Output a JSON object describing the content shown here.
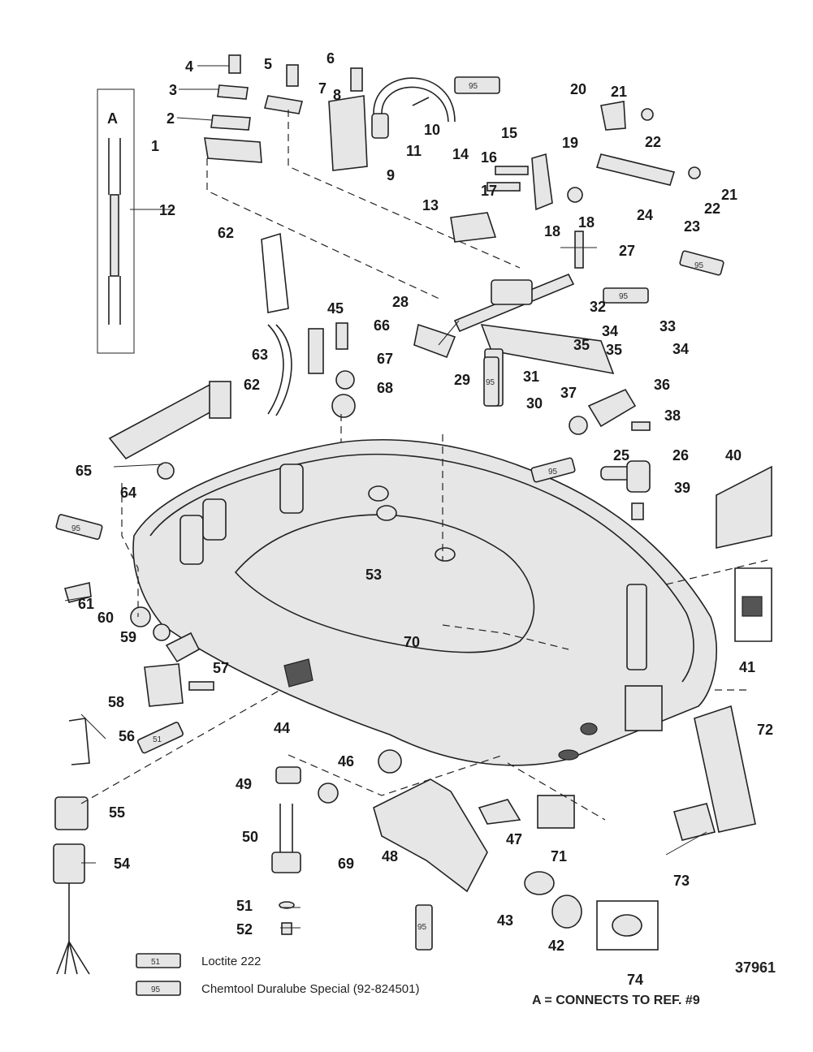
{
  "diagram": {
    "figure_number": "37961",
    "footnote": "A = CONNECTS TO REF. #9",
    "inset_label": "A",
    "legend": [
      {
        "code": "51",
        "text": "Loctite 222"
      },
      {
        "code": "95",
        "text": "Chemtool Duralube Special (92-824501)"
      }
    ],
    "tube_code_51": "51",
    "tube_code_95": "95",
    "callouts": [
      "1",
      "2",
      "3",
      "4",
      "5",
      "6",
      "7",
      "8",
      "9",
      "10",
      "11",
      "12",
      "13",
      "14",
      "15",
      "16",
      "17",
      "18",
      "18",
      "19",
      "20",
      "21",
      "21",
      "22",
      "22",
      "23",
      "24",
      "25",
      "26",
      "27",
      "28",
      "29",
      "30",
      "31",
      "32",
      "33",
      "34",
      "34",
      "35",
      "35",
      "36",
      "37",
      "38",
      "39",
      "40",
      "41",
      "42",
      "43",
      "44",
      "45",
      "46",
      "47",
      "48",
      "49",
      "50",
      "51",
      "52",
      "53",
      "54",
      "55",
      "56",
      "57",
      "58",
      "59",
      "60",
      "61",
      "62",
      "62",
      "63",
      "64",
      "65",
      "66",
      "67",
      "68",
      "69",
      "70",
      "71",
      "72",
      "73",
      "74"
    ]
  }
}
